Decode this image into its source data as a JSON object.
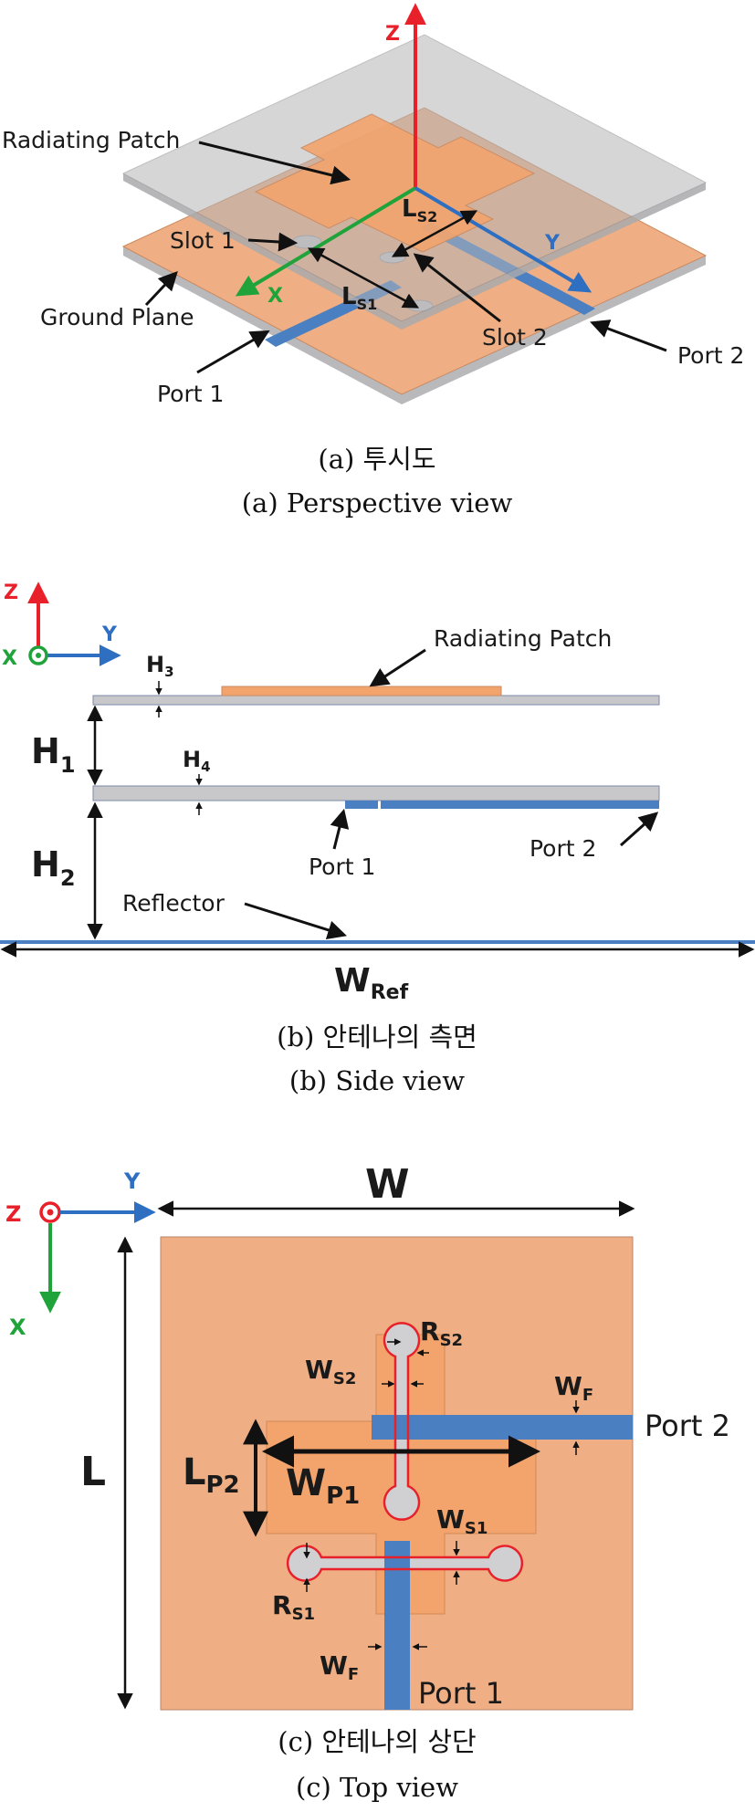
{
  "colors": {
    "copper": "#F3A46D",
    "copper_light": "#EFAE83",
    "substrate": "#C8C8CA",
    "feed_blue": "#4A7FC1",
    "axis_red": "#E8202A",
    "axis_green": "#1FA33A",
    "axis_blue": "#2E6FC2",
    "slot_red": "#E8202A"
  },
  "perspective": {
    "labels": {
      "radiating_patch": "Radiating Patch",
      "slot1": "Slot 1",
      "slot2": "Slot 2",
      "ground_plane": "Ground Plane",
      "port1": "Port 1",
      "port2": "Port 2",
      "ls1_main": "L",
      "ls1_sub": "S1",
      "ls2_main": "L",
      "ls2_sub": "S2"
    },
    "axes": {
      "z": "Z",
      "x": "X",
      "y": "Y"
    },
    "caption_kr": "(a) 투시도",
    "caption_en": "(a) Perspective view"
  },
  "side": {
    "axes": {
      "z": "Z",
      "x": "X",
      "y": "Y"
    },
    "labels": {
      "radiating_patch": "Radiating Patch",
      "h3_main": "H",
      "h3_sub": "3",
      "h4_main": "H",
      "h4_sub": "4",
      "h1_main": "H",
      "h1_sub": "1",
      "h2_main": "H",
      "h2_sub": "2",
      "port1": "Port 1",
      "port2": "Port 2",
      "reflector": "Reflector",
      "wref_main": "W",
      "wref_sub": "Ref"
    },
    "caption_kr": "(b) 안테나의 측면",
    "caption_en": "(b) Side view"
  },
  "top": {
    "axes": {
      "z": "Z",
      "x": "X",
      "y": "Y"
    },
    "labels": {
      "w": "W",
      "l": "L",
      "rs2_main": "R",
      "rs2_sub": "S2",
      "ws2_main": "W",
      "ws2_sub": "S2",
      "wf_right_main": "W",
      "wf_right_sub": "F",
      "port2": "Port 2",
      "lp2_main": "L",
      "lp2_sub": "P2",
      "wp1_main": "W",
      "wp1_sub": "P1",
      "ws1_main": "W",
      "ws1_sub": "S1",
      "rs1_main": "R",
      "rs1_sub": "S1",
      "wf_bottom_main": "W",
      "wf_bottom_sub": "F",
      "port1": "Port 1"
    },
    "caption_kr": "(c) 안테나의 상단",
    "caption_en": "(c) Top view"
  }
}
